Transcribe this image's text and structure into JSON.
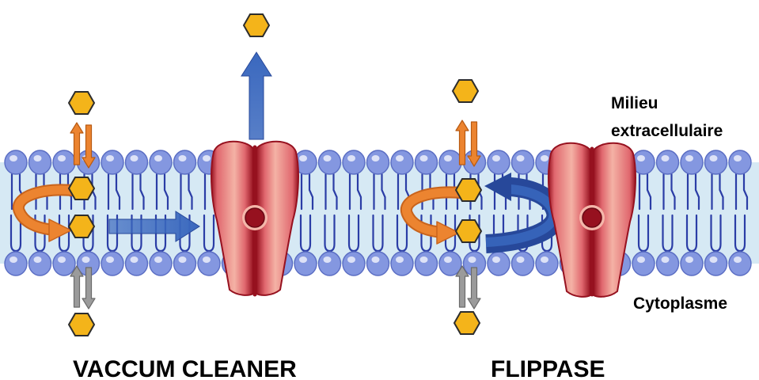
{
  "labels": {
    "extracellular": [
      "Milieu",
      "extracellulaire"
    ],
    "cytoplasm": "Cytoplasme"
  },
  "models": {
    "left": "VACCUM CLEANER",
    "right": "FLIPPASE"
  },
  "colors": {
    "membrane_core": "#d6e9f4",
    "lipid_head": "#8497e0",
    "lipid_tail": "#2b3da6",
    "protein": "#e0676e",
    "protein_dark": "#96111f",
    "substrate": "#f4b41a",
    "orange_arrow": "#ec8430",
    "gray_arrow": "#9b9b9b",
    "blue_arrow": "#3a68be",
    "blue_arrow_dark": "#27489a",
    "text": "#000000"
  }
}
